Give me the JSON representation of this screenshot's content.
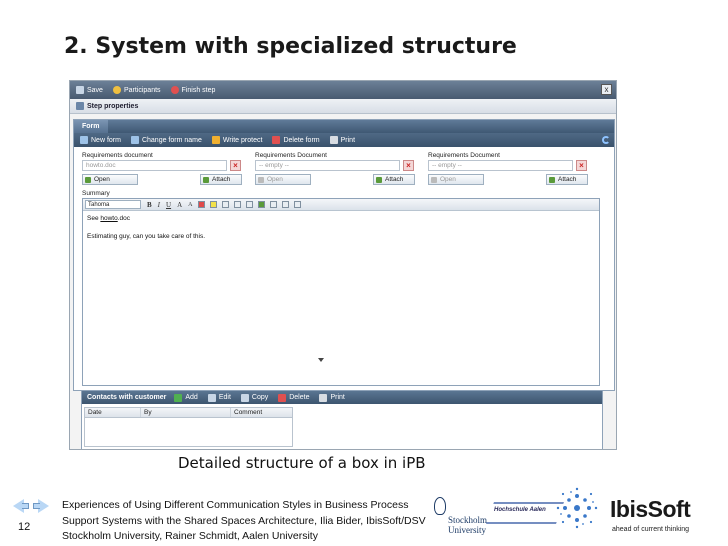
{
  "slide": {
    "title": "2. System with specialized structure",
    "caption": "Detailed structure of a box in iPB",
    "page_number": "12",
    "footer": "Experiences of Using Different Communication Styles in Business Process Support Systems with the Shared Spaces Architecture, Ilia Bider, IbisSoft/DSV Stockholm University, Rainer Schmidt, Aalen University"
  },
  "app": {
    "toolbar": [
      {
        "label": "Save",
        "icon": "save-icon",
        "color": "#c8d6e6"
      },
      {
        "label": "Participants",
        "icon": "participants-icon",
        "color": "#f0c040"
      },
      {
        "label": "Finish step",
        "icon": "finish-icon",
        "color": "#e05050"
      }
    ],
    "close_label": "x",
    "step_header": "Step properties",
    "form": {
      "tab_label": "Form",
      "toolbar": [
        {
          "label": "New form",
          "icon": "new-form-icon",
          "color": "#9ec3e8"
        },
        {
          "label": "Change form name",
          "icon": "rename-icon",
          "color": "#9ec3e8"
        },
        {
          "label": "Write protect",
          "icon": "lock-icon",
          "color": "#f0b030"
        },
        {
          "label": "Delete form",
          "icon": "delete-icon",
          "color": "#e05050"
        },
        {
          "label": "Print",
          "icon": "print-icon",
          "color": "#d8dde3"
        }
      ],
      "documents": [
        {
          "label": "Requirements document",
          "value": "howto.doc",
          "open": "Open",
          "attach": "Attach"
        },
        {
          "label": "Requirements Document",
          "value": "-- empty --",
          "open": "Open",
          "attach": "Attach"
        },
        {
          "label": "Requirements Document",
          "value": "-- empty --",
          "open": "Open",
          "attach": "Attach"
        }
      ],
      "summary_label": "Summary",
      "editor": {
        "font": "Tahoma",
        "format_buttons": [
          "B",
          "I",
          "U",
          "A",
          "A"
        ],
        "line1_prefix": "See ",
        "line1_link": "howto",
        "line1_suffix": ".doc",
        "line2": "Estimating guy, can you take care of this."
      }
    },
    "contacts": {
      "title": "Contacts with customer",
      "toolbar": [
        {
          "label": "Add",
          "icon": "add-icon",
          "color": "#50b050"
        },
        {
          "label": "Edit",
          "icon": "edit-icon",
          "color": "#c8d6e6"
        },
        {
          "label": "Copy",
          "icon": "copy-icon",
          "color": "#c8d6e6"
        },
        {
          "label": "Delete",
          "icon": "delete-icon",
          "color": "#e05050"
        },
        {
          "label": "Print",
          "icon": "print-icon",
          "color": "#d8dde3"
        }
      ],
      "columns": [
        "Date",
        "By",
        "Comment"
      ]
    }
  },
  "logos": {
    "stockholm_line1": "Stockholm",
    "stockholm_line2": "University",
    "aalen": "Hochschule Aalen",
    "ibissoft_name": "IbisSoft",
    "ibissoft_tagline": "ahead of current thinking"
  }
}
